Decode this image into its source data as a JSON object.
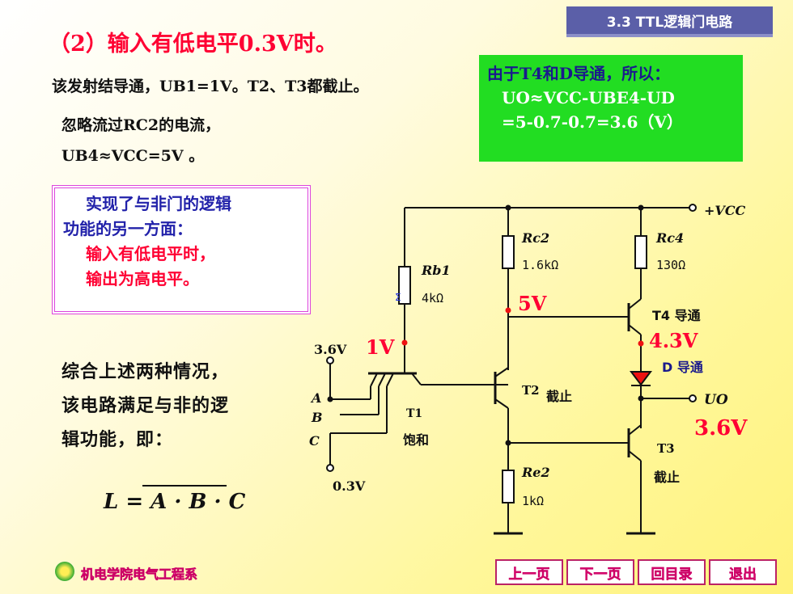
{
  "header": {
    "section": "3.3 TTL逻辑门电路"
  },
  "title": "（2）输入有低电平0.3V时。",
  "text": {
    "line1": "该发射结导通，UB1=1V。T2、T3都截止。",
    "line2": "忽略流过RC2的电流，",
    "line3": "UB4≈VCC=5V 。"
  },
  "greenbox": {
    "intro": "由于T4和D导通，所以：",
    "formula": "UO≈VCC-UBE4-UD",
    "result": "=5-0.7-0.7=3.6（V）"
  },
  "pinkbox": {
    "line1": "实现了与非门的逻辑",
    "line2": "功能的另一方面：",
    "line3": "输入有低电平时，",
    "line4": "输出为高电平。"
  },
  "summary": {
    "line1": "综合上述两种情况，",
    "line2": "该电路满足与非的逻",
    "line3": "辑功能，即："
  },
  "logic_formula": "L = A · B · C",
  "circuit": {
    "vcc": "+VCC",
    "rb1_name": "Rb1",
    "rb1_val": "4kΩ",
    "rc2_name": "Rc2",
    "rc2_val": "1.6kΩ",
    "rc4_name": "Rc4",
    "rc4_val": "130Ω",
    "re2_name": "Re2",
    "re2_val": "1kΩ",
    "in_high": "3.6V",
    "in_low": "0.3V",
    "inputs": [
      "A",
      "B",
      "C"
    ],
    "v_b1": "1V",
    "v_b4": "5V",
    "v_e4": "4.3V",
    "v_out": "3.6V",
    "t1": "T1",
    "t1_state": "饱和",
    "t2": "T2",
    "t2_state": "截止",
    "t3": "T3",
    "t3_state": "截止",
    "t4_state": "T4 导通",
    "d_state": "D 导通",
    "out_label": "UO"
  },
  "footer": {
    "org": "机电学院电气工程系",
    "nav": [
      "上一页",
      "下一页",
      "回目录",
      "退出"
    ]
  },
  "colors": {
    "accent_red": "#ff0033",
    "green_box": "#22dd22",
    "section_tab": "#5b5fa8",
    "nav_pink": "#ff3388"
  }
}
